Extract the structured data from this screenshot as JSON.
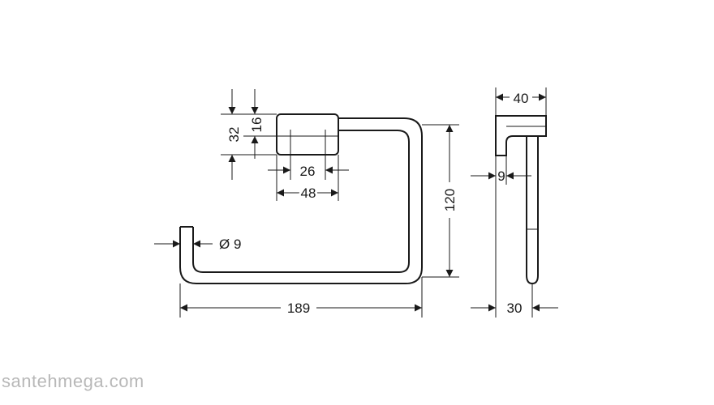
{
  "dimensions": {
    "top_offset": "16",
    "bracket_height": "32",
    "inner_width": "26",
    "bracket_width": "48",
    "ring_height": "120",
    "rod_diameter": "Ø 9",
    "overall_width": "189",
    "depth": "40",
    "side_rod": "9",
    "projection": "30"
  },
  "watermark": "santehmega.com"
}
